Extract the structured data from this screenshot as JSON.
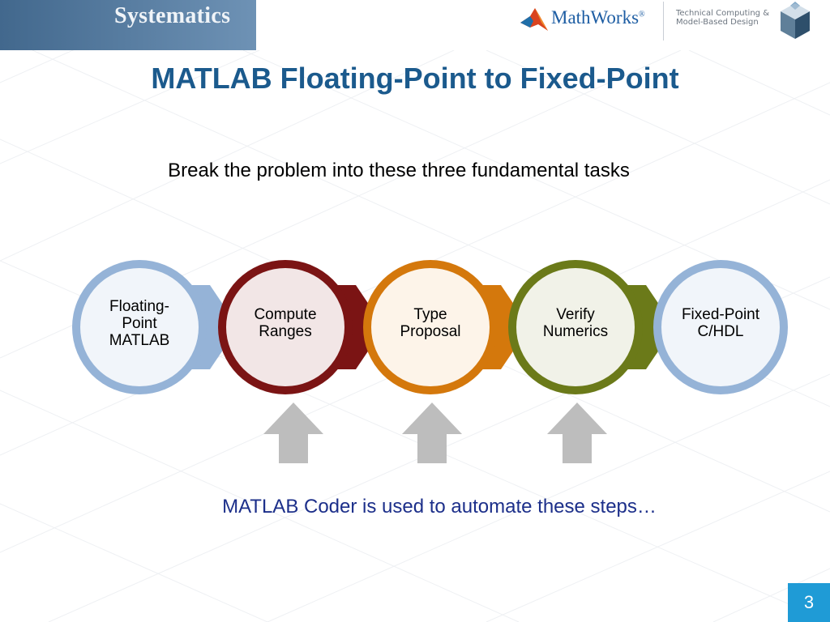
{
  "header": {
    "brand": "Systematics",
    "partner": "MathWorks",
    "partner_mark": "®",
    "tagline_line1": "Technical Computing &",
    "tagline_line2": "Model-Based Design"
  },
  "slide": {
    "title": "MATLAB Floating-Point to Fixed-Point",
    "subtitle": "Break the problem into these three fundamental tasks",
    "footer": "MATLAB Coder is used to automate these steps…",
    "page_number": "3"
  },
  "workflow": {
    "nodes": [
      {
        "label_lines": [
          "Floating-",
          "Point",
          "MATLAB"
        ],
        "ring_color": "#95b3d7",
        "fill_color": "#f1f5fa"
      },
      {
        "label_lines": [
          "Compute",
          "Ranges"
        ],
        "ring_color": "#7b1414",
        "fill_color": "#f2e6e6"
      },
      {
        "label_lines": [
          "Type",
          "Proposal"
        ],
        "ring_color": "#d4780c",
        "fill_color": "#fdf4e9"
      },
      {
        "label_lines": [
          "Verify",
          "Numerics"
        ],
        "ring_color": "#6b7a19",
        "fill_color": "#f1f2e8"
      },
      {
        "label_lines": [
          "Fixed-Point",
          "C/HDL"
        ],
        "ring_color": "#95b3d7",
        "fill_color": "#f1f5fa"
      }
    ],
    "input_arrow_color": "#bdbdbd"
  }
}
